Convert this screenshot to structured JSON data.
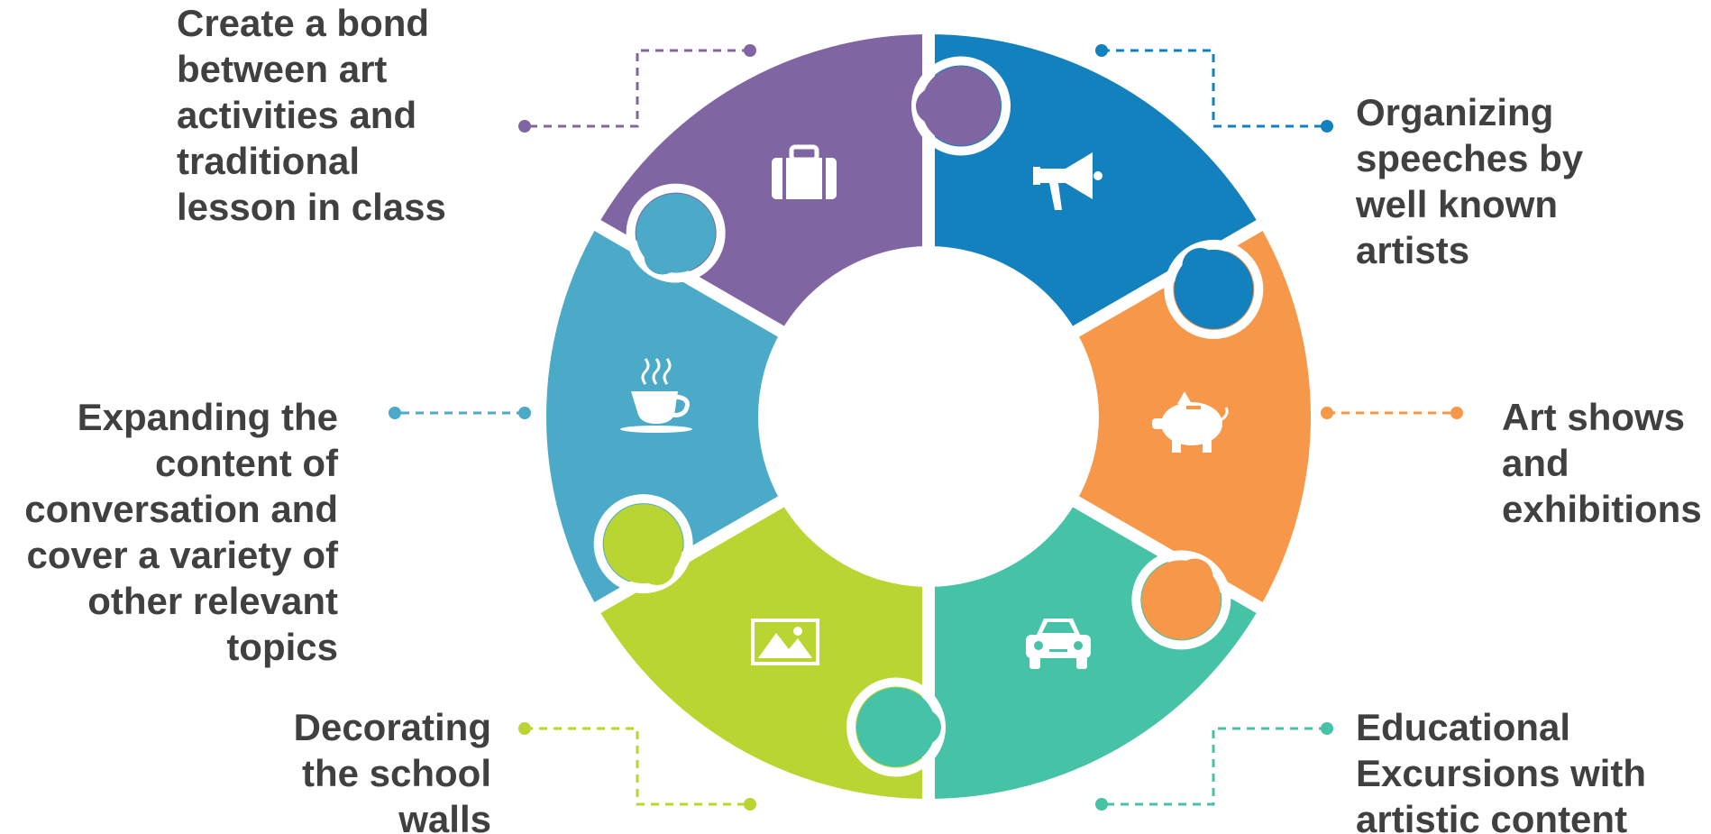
{
  "segments": [
    {
      "id": "top-right",
      "color": "#1281BD",
      "icon": "megaphone-icon",
      "lines": [
        "Organizing",
        "speeches by",
        "well known",
        "artists"
      ]
    },
    {
      "id": "right",
      "color": "#F6974A",
      "icon": "piggy-bank-icon",
      "lines": [
        "Art shows",
        "and",
        "exhibitions"
      ]
    },
    {
      "id": "bottom-right",
      "color": "#46C2A6",
      "icon": "car-icon",
      "lines": [
        "Educational",
        "Excursions with",
        "artistic content"
      ]
    },
    {
      "id": "bottom-left",
      "color": "#B9D532",
      "icon": "picture-icon",
      "lines": [
        "Decorating",
        "the school",
        "walls"
      ]
    },
    {
      "id": "left",
      "color": "#4BAAC8",
      "icon": "coffee-cup-icon",
      "lines": [
        "Expanding the",
        "content of",
        "conversation and",
        "cover a variety of",
        "other relevant",
        "topics"
      ]
    },
    {
      "id": "top-left",
      "color": "#8065A3",
      "icon": "briefcase-icon",
      "lines": [
        "Create a bond",
        "between art",
        "activities and",
        "traditional",
        "lesson in class"
      ]
    }
  ],
  "text_color": "#404040"
}
